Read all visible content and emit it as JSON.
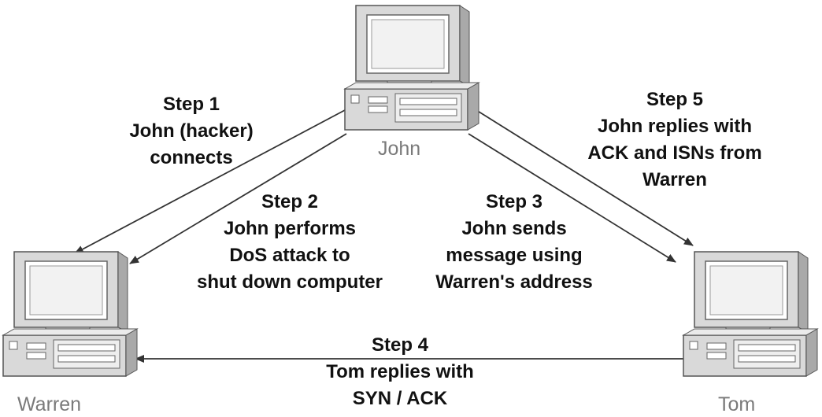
{
  "nodes": {
    "john": {
      "label": "John"
    },
    "warren": {
      "label": "Warren"
    },
    "tom": {
      "label": "Tom"
    }
  },
  "steps": {
    "step1": {
      "lines": [
        "Step 1",
        "John (hacker)",
        "connects"
      ]
    },
    "step2": {
      "lines": [
        "Step 2",
        "John performs",
        "DoS attack to",
        "shut down computer"
      ]
    },
    "step3": {
      "lines": [
        "Step 3",
        "John sends",
        "message using",
        "Warren's address"
      ]
    },
    "step4": {
      "lines": [
        "Step 4",
        "Tom replies with",
        "SYN / ACK"
      ]
    },
    "step5": {
      "lines": [
        "Step 5",
        "John replies with",
        "ACK and ISNs from",
        "Warren"
      ]
    }
  },
  "colors": {
    "arrow": "#333333",
    "text": "#111111",
    "label": "#7a7a7a"
  }
}
